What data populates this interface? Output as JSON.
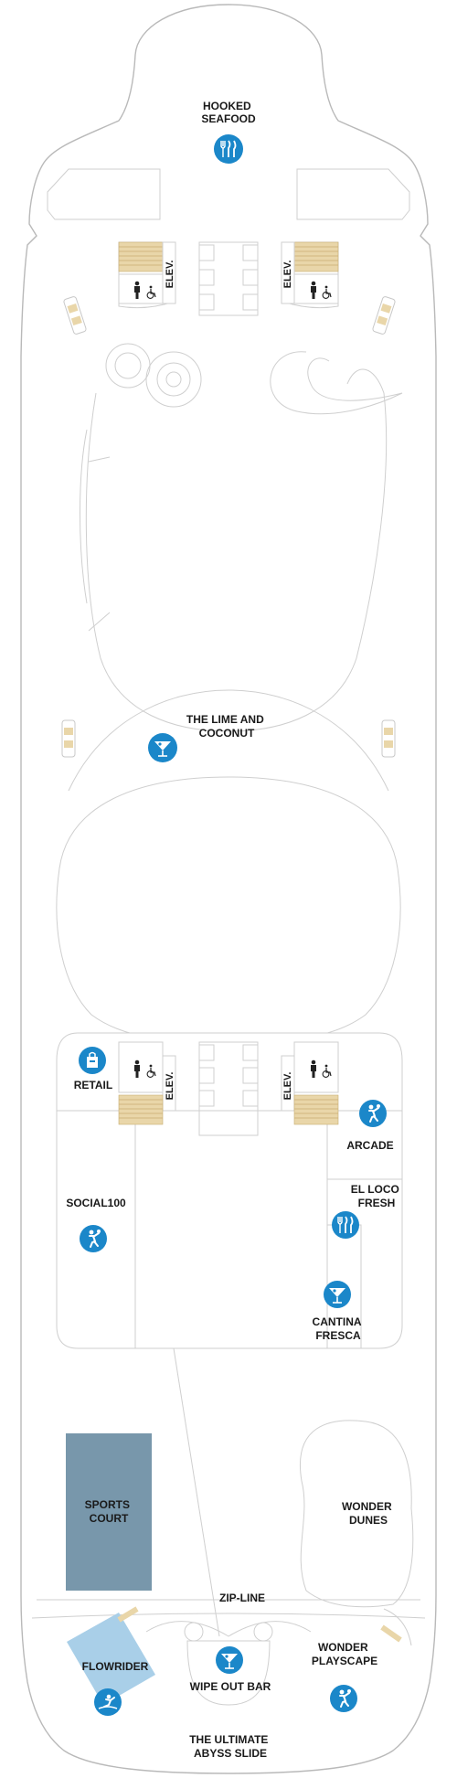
{
  "labels": {
    "hooked_seafood": [
      "HOOKED",
      "SEAFOOD"
    ],
    "elev": "ELEV.",
    "lime_coconut": [
      "THE LIME AND",
      "COCONUT"
    ],
    "retail": "RETAIL",
    "arcade": "ARCADE",
    "social100": "SOCIAL100",
    "el_loco_fresh": [
      "EL LOCO",
      "FRESH"
    ],
    "cantina_fresca": [
      "CANTINA",
      "FRESCA"
    ],
    "sports_court": [
      "SPORTS",
      "COURT"
    ],
    "wonder_dunes": [
      "WONDER",
      "DUNES"
    ],
    "zip_line": "ZIP-LINE",
    "flowrider": "FLOWRIDER",
    "wipe_out_bar": "WIPE OUT BAR",
    "wonder_playscape": [
      "WONDER",
      "PLAYSCAPE"
    ],
    "ultimate_abyss": [
      "THE ULTIMATE",
      "ABYSS SLIDE"
    ]
  },
  "icons": {
    "dining": "fork-knife-icon",
    "bar": "cocktail-icon",
    "shopping": "shopping-bag-icon",
    "activity": "family-activity-icon",
    "surf": "surfer-icon",
    "restroom": "restroom-icon",
    "accessible": "wheelchair-icon"
  },
  "colors": {
    "icon_blue": "#1b87c9",
    "sports_court": "#7897ab",
    "flowrider": "#a9cfe8",
    "stairs": "#e9d6a9"
  }
}
